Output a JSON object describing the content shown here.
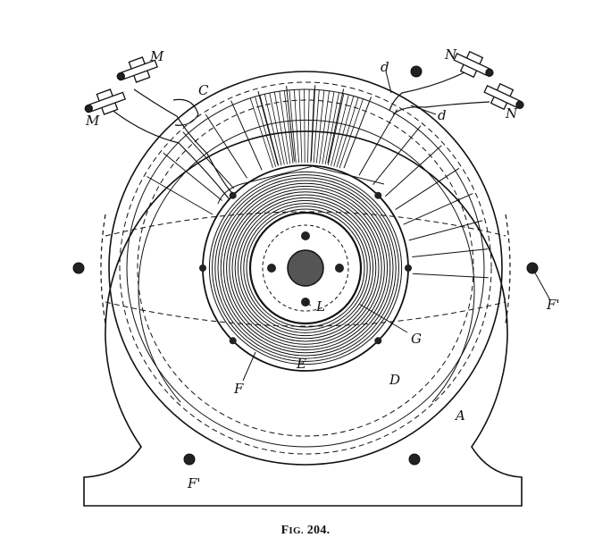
{
  "figure": {
    "caption_prefix": "F",
    "caption_smallcaps": "IG.",
    "caption_number": " 204.",
    "labels": {
      "A": "A",
      "C": "C",
      "D": "D",
      "E": "E",
      "F": "F",
      "F_right": "F'",
      "F_bottom": "F'",
      "G": "G",
      "L": "L",
      "M_top": "M",
      "M_left": "M",
      "N_top": "N",
      "N_right": "N",
      "d_top": "d",
      "d_right": "d"
    }
  }
}
